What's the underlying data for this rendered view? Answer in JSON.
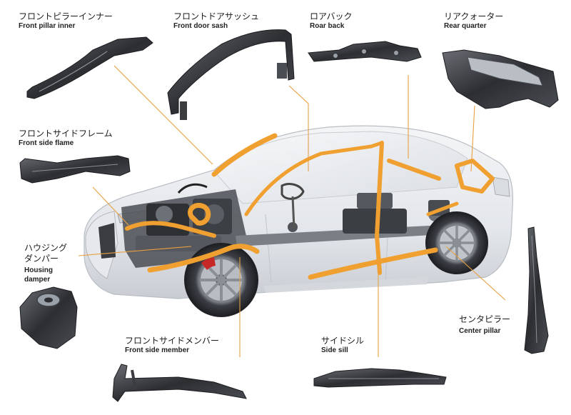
{
  "labels": {
    "front_pillar_inner": {
      "jp": "フロントピラーインナー",
      "en": "Front pillar inner"
    },
    "front_door_sash": {
      "jp": "フロントドアサッシュ",
      "en": "Front door sash"
    },
    "roar_back": {
      "jp": "ロアバック",
      "en": "Roar back"
    },
    "rear_quarter": {
      "jp": "リアクォーター",
      "en": "Rear quarter"
    },
    "front_side_flame": {
      "jp": "フロントサイドフレーム",
      "en": "Front side flame"
    },
    "housing_damper": {
      "jp1": "ハウジング",
      "jp2": "ダンパー",
      "en1": "Housing",
      "en2": "damper"
    },
    "center_pillar": {
      "jp": "センタピラー",
      "en": "Center pillar"
    },
    "front_side_member": {
      "jp": "フロントサイドメンバー",
      "en": "Front side member"
    },
    "side_sill": {
      "jp": "サイドシル",
      "en": "Side sill"
    }
  },
  "colors": {
    "highlight": "#F0A030",
    "leader": "#E8A040",
    "part_dark": "#2b2d31",
    "part_mid": "#55585e",
    "car_body": "#e9ebee"
  }
}
